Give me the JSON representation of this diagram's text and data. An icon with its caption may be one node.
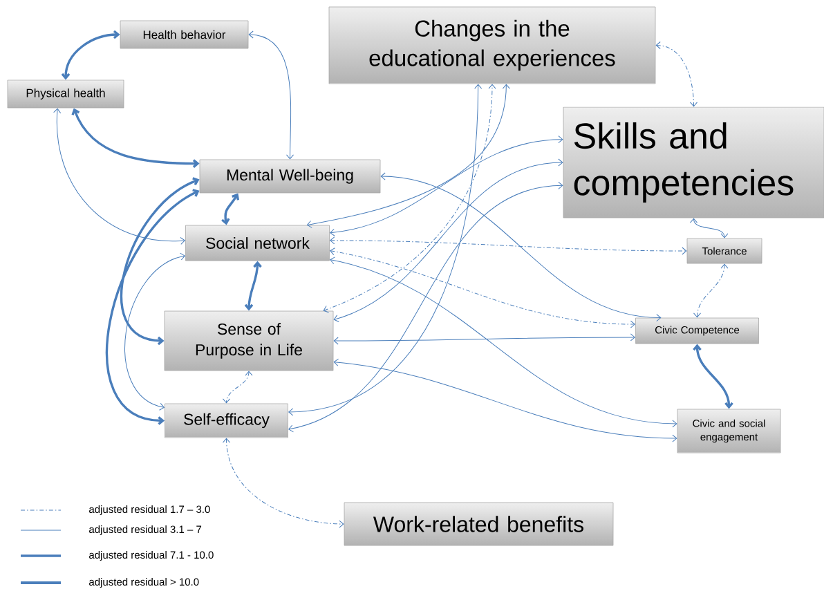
{
  "diagram": {
    "nodes": [
      {
        "text": [
          "Health behavior"
        ]
      },
      {
        "text": [
          "Physical health"
        ]
      },
      {
        "text": [
          "Mental Well-being"
        ]
      },
      {
        "text": [
          "Social network"
        ]
      },
      {
        "text": [
          "Sense of Purpose in Life"
        ]
      },
      {
        "text": [
          "Self-efficacy"
        ]
      },
      {
        "text": [
          "Changes in the educational experiences"
        ]
      },
      {
        "text": [
          "Skills and competencies"
        ]
      },
      {
        "text": [
          "Tolerance"
        ]
      },
      {
        "text": [
          "Civic Competence"
        ]
      },
      {
        "text": [
          "Civic and social engagement"
        ]
      },
      {
        "text": [
          "Work-related benefits"
        ]
      }
    ],
    "edges": [
      {
        "from": 0,
        "to": 1,
        "arrow": "both",
        "style": "thick"
      },
      {
        "from": 0,
        "to": 2,
        "arrow": "both"
      },
      {
        "from": 1,
        "to": 2,
        "arrow": "both",
        "style": "thick"
      },
      {
        "from": 1,
        "to": 3,
        "arrow": "both"
      },
      {
        "from": 2,
        "to": 3,
        "arrow": "both",
        "style": "thick"
      },
      {
        "from": 2,
        "to": 4,
        "arrow": "both",
        "style": "thick"
      },
      {
        "from": 2,
        "to": 5,
        "arrow": "both",
        "style": "thick"
      },
      {
        "from": 3,
        "to": 5,
        "arrow": "both"
      },
      {
        "from": 3,
        "to": 4,
        "arrow": "both",
        "style": "thick"
      },
      {
        "from": 4,
        "to": 5,
        "arrow": "both",
        "style": "dashed"
      },
      {
        "from": 5,
        "to": 11,
        "arrow": "both",
        "style": "dashed"
      },
      {
        "from": 6,
        "to": 7,
        "arrow": "both",
        "style": "dashed"
      },
      {
        "from": 7,
        "to": 8,
        "arrow": "both"
      },
      {
        "from": 8,
        "to": 9,
        "arrow": "both",
        "style": "dashed"
      },
      {
        "from": 9,
        "to": 10,
        "arrow": "both",
        "style": "thick"
      },
      {
        "from": 3,
        "to": 6,
        "arrow": "both"
      },
      {
        "from": 3,
        "to": 7,
        "arrow": "both"
      },
      {
        "from": 3,
        "to": 8,
        "arrow": "both",
        "style": "dashed"
      },
      {
        "from": 3,
        "to": 9,
        "arrow": "both",
        "style": "dashed"
      },
      {
        "from": 3,
        "to": 10,
        "arrow": "both"
      },
      {
        "from": 2,
        "to": 9,
        "arrow": "both"
      },
      {
        "from": 4,
        "to": 9,
        "arrow": "both"
      },
      {
        "from": 4,
        "to": 6,
        "arrow": "both",
        "style": "dashed"
      },
      {
        "from": 4,
        "to": 7,
        "arrow": "both"
      },
      {
        "from": 4,
        "to": 10,
        "arrow": "both"
      },
      {
        "from": 5,
        "to": 6,
        "arrow": "both"
      },
      {
        "from": 5,
        "to": 7,
        "arrow": "both"
      }
    ],
    "legend": [
      {
        "text": "adjusted residual 1.7 – 3.0"
      },
      {
        "text": "adjusted residual 3.1 – 7"
      },
      {
        "text": "adjusted residual 7.1 - 10.0"
      },
      {
        "text": "adjusted residual > 10.0"
      }
    ]
  }
}
